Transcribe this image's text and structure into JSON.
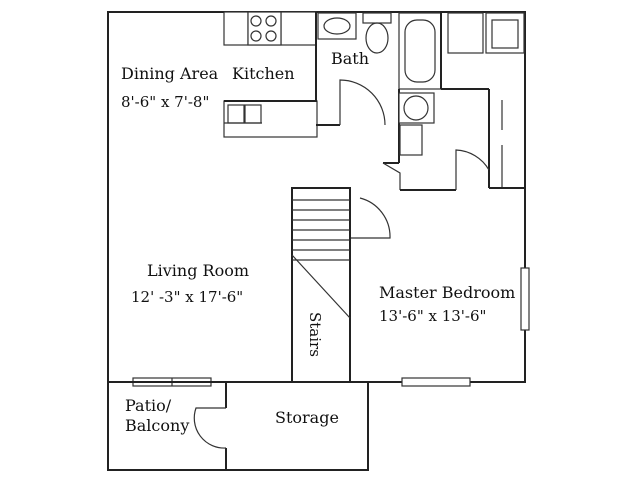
{
  "rooms": {
    "dining": {
      "name": "Dining Area",
      "size": "8'-6\" x 7'-8\""
    },
    "kitchen": {
      "name": "Kitchen"
    },
    "bath": {
      "name": "Bath"
    },
    "living": {
      "name": "Living Room",
      "size": "12' -3\" x 17'-6\""
    },
    "master": {
      "name": "Master Bedroom",
      "size": "13'-6\" x 13'-6\""
    },
    "stairs": {
      "name": "Stairs"
    },
    "patio": {
      "line1": "Patio/",
      "line2": "Balcony"
    },
    "storage": {
      "name": "Storage"
    }
  }
}
